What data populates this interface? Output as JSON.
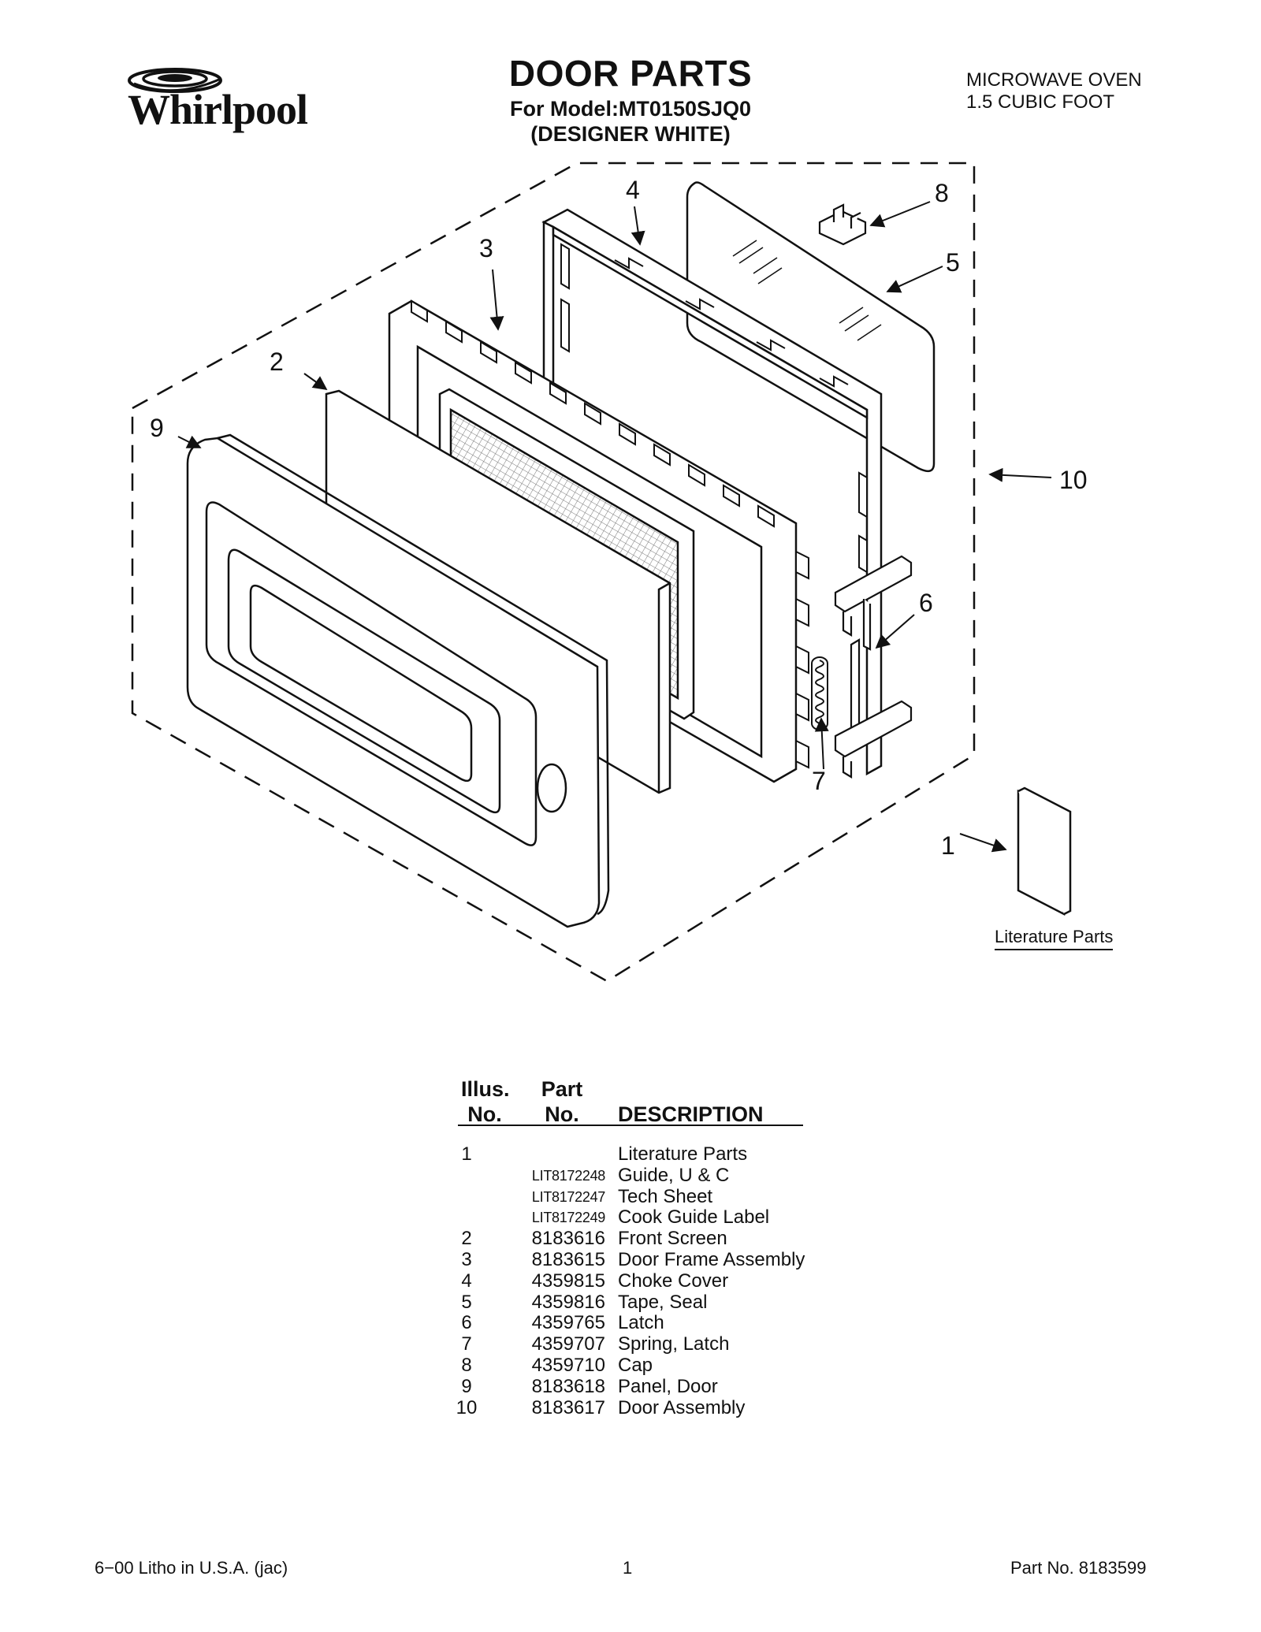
{
  "brand": {
    "name": "Whirlpool"
  },
  "header": {
    "title": "DOOR PARTS",
    "model_line": "For Model:MT0150SJQ0",
    "color_line": "(DESIGNER WHITE)",
    "product_type": "MICROWAVE OVEN",
    "capacity": "1.5 CUBIC FOOT"
  },
  "diagram": {
    "callouts": [
      "1",
      "2",
      "3",
      "4",
      "5",
      "6",
      "7",
      "8",
      "9",
      "10"
    ],
    "literature_label": "Literature Parts"
  },
  "table": {
    "headers": {
      "illus_top": "Illus.",
      "illus_bottom": "No.",
      "part_top": "Part",
      "part_bottom": "No.",
      "description": "DESCRIPTION"
    },
    "rows": [
      {
        "illus": "1",
        "part": "",
        "desc": "Literature Parts"
      },
      {
        "illus": "",
        "part": "LIT8172248",
        "desc": "Guide, U & C"
      },
      {
        "illus": "",
        "part": "LIT8172247",
        "desc": "Tech Sheet"
      },
      {
        "illus": "",
        "part": "LIT8172249",
        "desc": "Cook Guide Label"
      },
      {
        "illus": "2",
        "part": "8183616",
        "desc": "Front Screen"
      },
      {
        "illus": "3",
        "part": "8183615",
        "desc": "Door Frame Assembly"
      },
      {
        "illus": "4",
        "part": "4359815",
        "desc": "Choke Cover"
      },
      {
        "illus": "5",
        "part": "4359816",
        "desc": "Tape, Seal"
      },
      {
        "illus": "6",
        "part": "4359765",
        "desc": "Latch"
      },
      {
        "illus": "7",
        "part": "4359707",
        "desc": "Spring, Latch"
      },
      {
        "illus": "8",
        "part": "4359710",
        "desc": "Cap"
      },
      {
        "illus": "9",
        "part": "8183618",
        "desc": "Panel, Door"
      },
      {
        "illus": "10",
        "part": "8183617",
        "desc": "Door Assembly"
      }
    ]
  },
  "footer": {
    "left": "6−00 Litho in U.S.A. (jac)",
    "page": "1",
    "right": "Part No. 8183599"
  }
}
